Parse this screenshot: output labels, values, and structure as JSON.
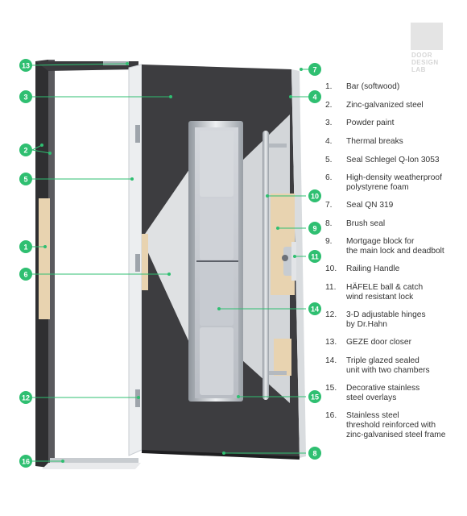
{
  "brand": {
    "lines": [
      "DOOR",
      "DESIGN",
      "LAB"
    ]
  },
  "colors": {
    "accent": "#2fbf71",
    "door_panel": "#3d3d40",
    "frame": "#2f2f31",
    "wood": "#e8d3b0",
    "glass": "#c9ccd2"
  },
  "callouts": [
    "13",
    "3",
    "2",
    "5",
    "1",
    "6",
    "12",
    "16",
    "7",
    "4",
    "10",
    "9",
    "11",
    "14",
    "15",
    "8"
  ],
  "legend": [
    {
      "num": "1.",
      "text": "Bar (softwood)"
    },
    {
      "num": "2.",
      "text": "Zinc-galvanized steel"
    },
    {
      "num": "3.",
      "text": "Powder paint"
    },
    {
      "num": "4.",
      "text": "Thermal breaks"
    },
    {
      "num": "5.",
      "text": "Seal Schlegel Q-lon 3053"
    },
    {
      "num": "6.",
      "text": "High-density weatherproof\npolystyrene foam"
    },
    {
      "num": "7.",
      "text": "Seal QN 319"
    },
    {
      "num": "8.",
      "text": "Brush seal"
    },
    {
      "num": "9.",
      "text": "Mortgage block for\nthe main lock and deadbolt"
    },
    {
      "num": "10.",
      "text": "Railing Handle"
    },
    {
      "num": "11.",
      "text": "HÄFELE ball & catch\nwind resistant lock"
    },
    {
      "num": "12.",
      "text": "3-D adjustable hinges\nby Dr.Hahn"
    },
    {
      "num": "13.",
      "text": "GEZE door closer"
    },
    {
      "num": "14.",
      "text": "Triple glazed sealed\nunit with two chambers"
    },
    {
      "num": "15.",
      "text": "Decorative stainless\nsteel overlays"
    },
    {
      "num": "16.",
      "text": "Stainless steel\nthreshold reinforced with\nzinc-galvanised steel frame"
    }
  ]
}
